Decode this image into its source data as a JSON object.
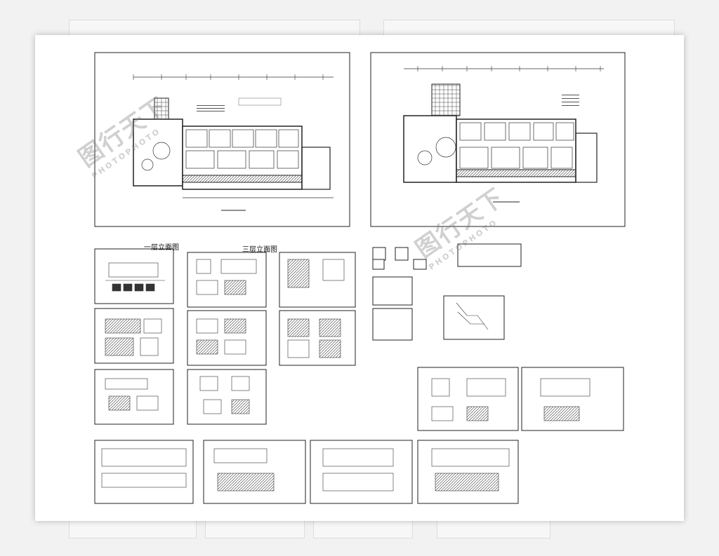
{
  "labels": {
    "elevation_floor_1": "一层立面图",
    "elevation_floor_3": "三层立面图"
  },
  "watermark": {
    "chinese": "图行天下",
    "english": "PHOTOPHOTO"
  }
}
